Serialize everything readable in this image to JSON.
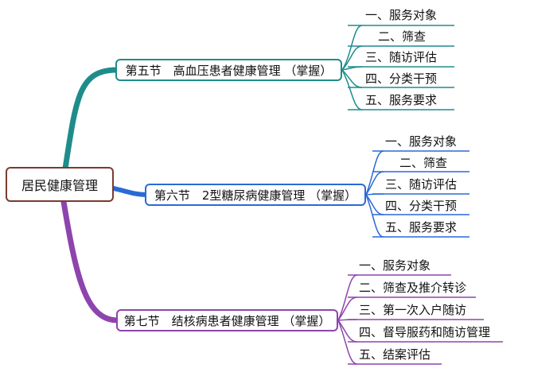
{
  "root": {
    "label": "居民健康管理"
  },
  "sections": [
    {
      "label": "第五节　高血压患者健康管理 （掌握）",
      "color": "#1f8c8c",
      "items": [
        "一、服务对象",
        "二、筛查",
        "三、随访评估",
        "四、分类干预",
        "五、服务要求"
      ]
    },
    {
      "label": "第六节　2型糖尿病健康管理 （掌握）",
      "color": "#2a6ad6",
      "items": [
        "一、服务对象",
        "二、筛查",
        "三、随访评估",
        "四、分类干预",
        "五、服务要求"
      ]
    },
    {
      "label": "第七节　结核病患者健康管理 （掌握）",
      "color": "#8e44ad",
      "items": [
        "一、服务对象",
        "二、筛查及推介转诊",
        "三、第一次入户随访",
        "四、督导服药和随访管理",
        "五、结案评估"
      ]
    }
  ]
}
